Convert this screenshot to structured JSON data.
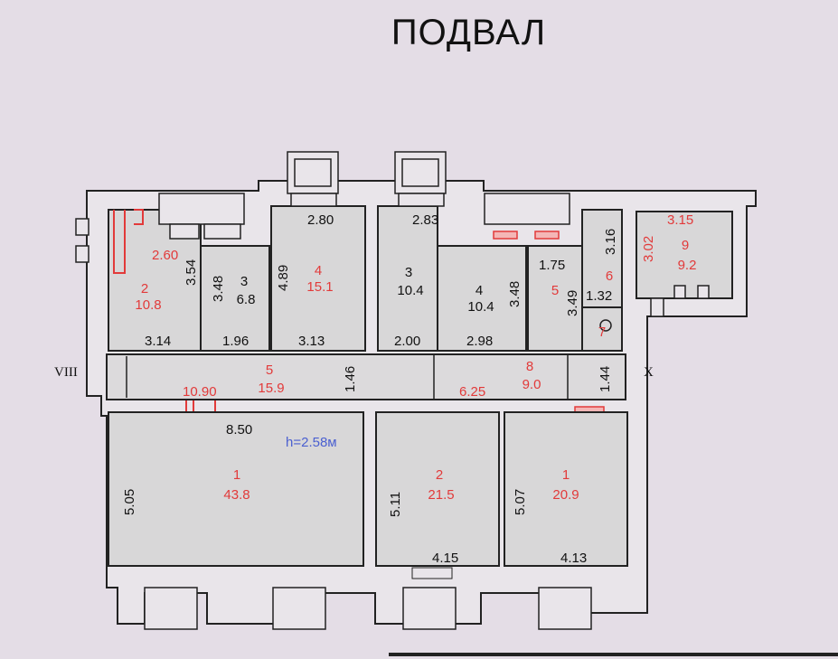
{
  "title": "ПОДВАЛ",
  "ceiling_height": "h=2.58м",
  "axis_marks": {
    "left": "VIII",
    "right": "X"
  },
  "rooms": {
    "r2_left": {
      "number": "2",
      "area": "10.8",
      "dim_top": "2.60",
      "dim_side": "3.54",
      "dim_bottom": "3.14"
    },
    "r3_left": {
      "number": "3",
      "area": "6.8",
      "dim_side": "3.48",
      "dim_bottom": "1.96"
    },
    "r4_left": {
      "number": "4",
      "area": "15.1",
      "dim_top": "2.80",
      "dim_side": "4.89",
      "dim_bottom": "3.13"
    },
    "r3_mid": {
      "number": "3",
      "area": "10.4",
      "dim_top": "2.83",
      "dim_bottom": "2.00"
    },
    "r4_mid": {
      "number": "4",
      "area": "10.4",
      "dim_side": "3.48",
      "dim_bottom": "2.98"
    },
    "r5_small": {
      "number": "5",
      "dim_top": "1.75",
      "dim_side": "3.49"
    },
    "r6_small": {
      "number": "6",
      "dim_top": "3.16",
      "dim_side": "1.32"
    },
    "r7_wc": {
      "number": "7"
    },
    "r9_right": {
      "number": "9",
      "area": "9.2",
      "dim_top": "3.15",
      "dim_side": "3.02"
    },
    "corr5": {
      "number": "5",
      "area": "15.9",
      "dim_len": "10.90",
      "dim_w": "1.46"
    },
    "corr8": {
      "number": "8",
      "area": "9.0",
      "dim_len": "6.25",
      "dim_w": "1.44"
    },
    "big1": {
      "number": "1",
      "area": "43.8",
      "dim_top": "8.50",
      "dim_side": "5.05"
    },
    "big2": {
      "number": "2",
      "area": "21.5",
      "dim_side": "5.11",
      "dim_bottom": "4.15"
    },
    "big1r": {
      "number": "1",
      "area": "20.9",
      "dim_side": "5.07",
      "dim_bottom": "4.13"
    }
  }
}
